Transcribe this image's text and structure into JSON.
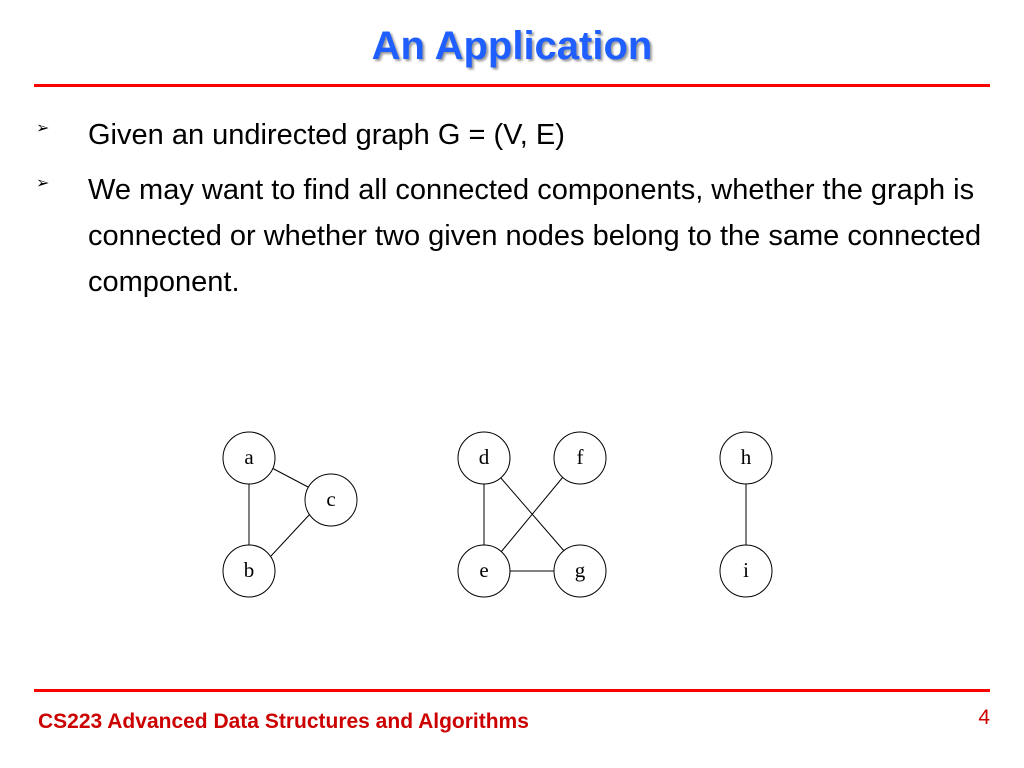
{
  "slide": {
    "title": "An Application",
    "bullets": [
      "Given an undirected graph G = (V, E)",
      "We may want to find all connected components, whether the graph is connected or whether two given nodes belong to the same connected component."
    ],
    "bullet_marker": "➢"
  },
  "graph": {
    "nodes": [
      "a",
      "b",
      "c",
      "d",
      "e",
      "f",
      "g",
      "h",
      "i"
    ],
    "edges": [
      [
        "a",
        "b"
      ],
      [
        "a",
        "c"
      ],
      [
        "b",
        "c"
      ],
      [
        "d",
        "e"
      ],
      [
        "d",
        "g"
      ],
      [
        "e",
        "f"
      ],
      [
        "e",
        "g"
      ],
      [
        "h",
        "i"
      ]
    ]
  },
  "footer": {
    "course": "CS223 Advanced Data Structures and Algorithms",
    "page_number": "4"
  },
  "colors": {
    "title": "#1f5fff",
    "rule": "#ff0000",
    "footer": "#cc0000"
  }
}
